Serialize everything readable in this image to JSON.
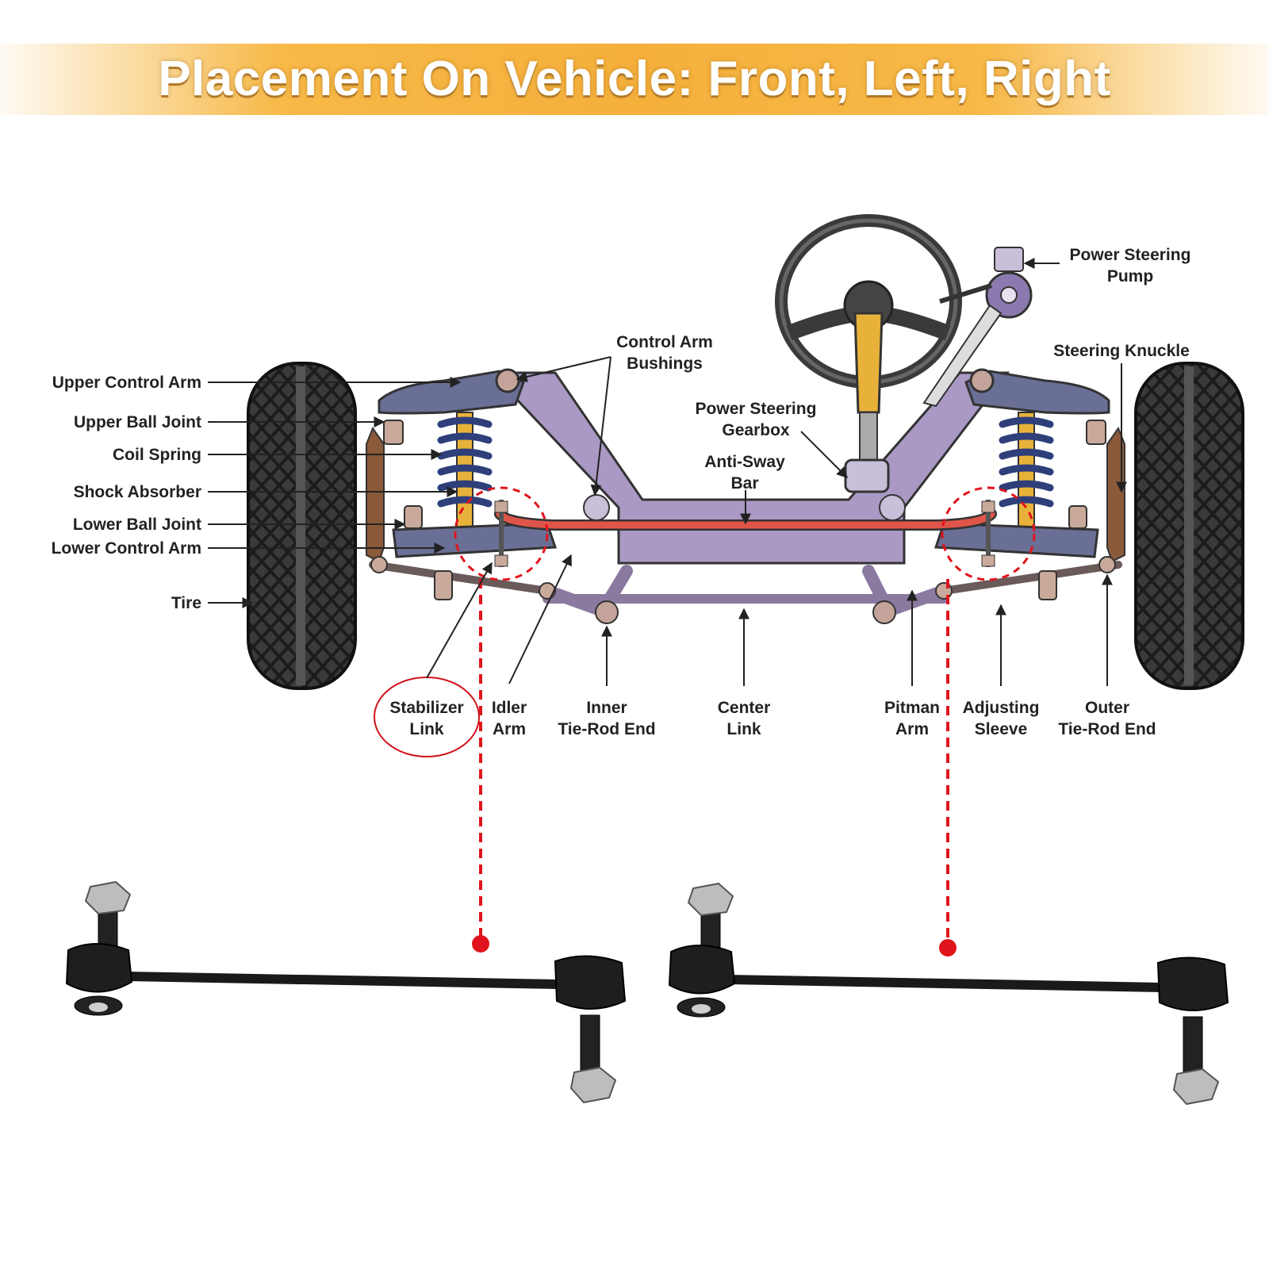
{
  "title": "Placement On Vehicle: Front, Left, Right",
  "labels": {
    "upper_control_arm": "Upper Control Arm",
    "upper_ball_joint": "Upper Ball Joint",
    "coil_spring": "Coil Spring",
    "shock_absorber": "Shock Absorber",
    "lower_ball_joint": "Lower Ball Joint",
    "lower_control_arm": "Lower Control Arm",
    "tire": "Tire",
    "control_arm_bushings_1": "Control Arm",
    "control_arm_bushings_2": "Bushings",
    "power_steering_gearbox_1": "Power Steering",
    "power_steering_gearbox_2": "Gearbox",
    "anti_sway_bar_1": "Anti-Sway",
    "anti_sway_bar_2": "Bar",
    "power_steering_pump_1": "Power Steering",
    "power_steering_pump_2": "Pump",
    "steering_knuckle": "Steering Knuckle",
    "stabilizer_link_1": "Stabilizer",
    "stabilizer_link_2": "Link",
    "idler_arm_1": "Idler",
    "idler_arm_2": "Arm",
    "inner_tie_rod_end_1": "Inner",
    "inner_tie_rod_end_2": "Tie-Rod End",
    "center_link_1": "Center",
    "center_link_2": "Link",
    "pitman_arm_1": "Pitman",
    "pitman_arm_2": "Arm",
    "adjusting_sleeve_1": "Adjusting",
    "adjusting_sleeve_2": "Sleeve",
    "outer_tie_rod_end_1": "Outer",
    "outer_tie_rod_end_2": "Tie-Rod End"
  },
  "colors": {
    "banner": "#f5b03c",
    "highlight_red": "#e0141c",
    "frame_purple": "#a999c4",
    "arm_blue": "#6a6f96",
    "tire_dark": "#333333",
    "sway_bar": "#e0554a",
    "shock_yellow": "#e8b23a",
    "knuckle_brown": "#8a5a3a",
    "link_black": "#1a1a1a"
  },
  "highlighted_part": "Stabilizer Link",
  "products": [
    {
      "name": "stabilizer-link-left-product"
    },
    {
      "name": "stabilizer-link-right-product"
    }
  ]
}
